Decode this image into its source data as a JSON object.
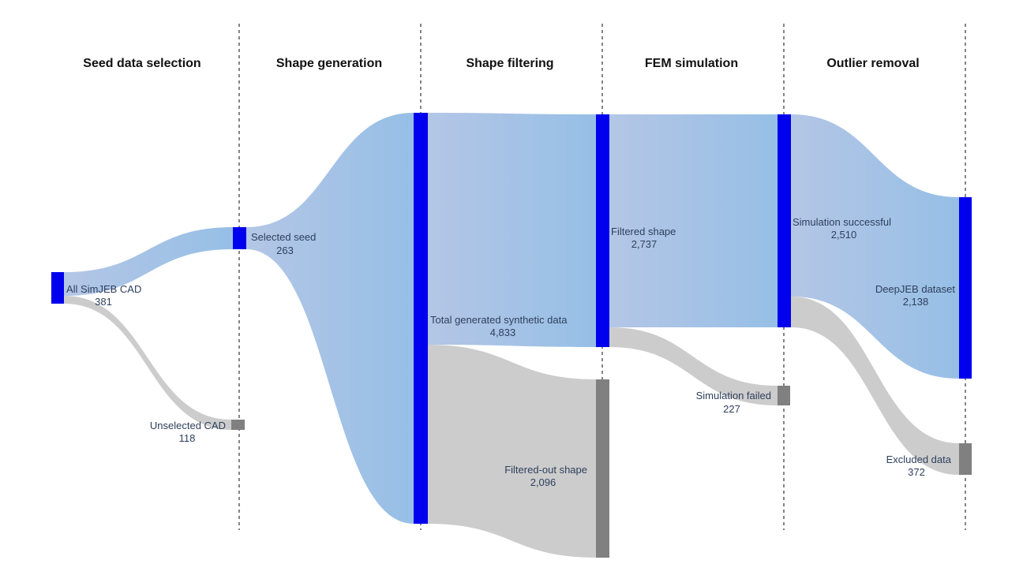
{
  "stages": [
    "Seed data selection",
    "Shape generation",
    "Shape filtering",
    "FEM simulation",
    "Outlier removal"
  ],
  "colors": {
    "primary_node": "#0000ee",
    "secondary_node": "#808080",
    "flow_blue_light": "#b4c6e6",
    "flow_blue_dark": "#96bfe6",
    "flow_gray": "#cccccc",
    "label_text": "#2e3f5c"
  },
  "chart_data": {
    "type": "sankey",
    "nodes": [
      {
        "id": "all",
        "label": "All SimJEB CAD",
        "value": "381",
        "kind": "primary"
      },
      {
        "id": "selected",
        "label": "Selected seed",
        "value": "263",
        "kind": "primary"
      },
      {
        "id": "unselected",
        "label": "Unselected CAD",
        "value": "118",
        "kind": "secondary"
      },
      {
        "id": "generated",
        "label": "Total generated synthetic data",
        "value": "4,833",
        "kind": "primary"
      },
      {
        "id": "filtered",
        "label": "Filtered shape",
        "value": "2,737",
        "kind": "primary"
      },
      {
        "id": "filteredout",
        "label": "Filtered-out shape",
        "value": "2,096",
        "kind": "secondary"
      },
      {
        "id": "success",
        "label": "Simulation successful",
        "value": "2,510",
        "kind": "primary"
      },
      {
        "id": "failed",
        "label": "Simulation failed",
        "value": "227",
        "kind": "secondary"
      },
      {
        "id": "deepjeb",
        "label": "DeepJEB dataset",
        "value": "2,138",
        "kind": "primary"
      },
      {
        "id": "excluded",
        "label": "Excluded data",
        "value": "372",
        "kind": "secondary"
      }
    ],
    "links": [
      {
        "source": "all",
        "target": "selected",
        "value": 263,
        "kind": "primary"
      },
      {
        "source": "all",
        "target": "unselected",
        "value": 118,
        "kind": "secondary"
      },
      {
        "source": "selected",
        "target": "generated",
        "value": 4833,
        "kind": "primary"
      },
      {
        "source": "generated",
        "target": "filtered",
        "value": 2737,
        "kind": "primary"
      },
      {
        "source": "generated",
        "target": "filteredout",
        "value": 2096,
        "kind": "secondary"
      },
      {
        "source": "filtered",
        "target": "success",
        "value": 2510,
        "kind": "primary"
      },
      {
        "source": "filtered",
        "target": "failed",
        "value": 227,
        "kind": "secondary"
      },
      {
        "source": "success",
        "target": "deepjeb",
        "value": 2138,
        "kind": "primary"
      },
      {
        "source": "success",
        "target": "excluded",
        "value": 372,
        "kind": "secondary"
      }
    ]
  }
}
